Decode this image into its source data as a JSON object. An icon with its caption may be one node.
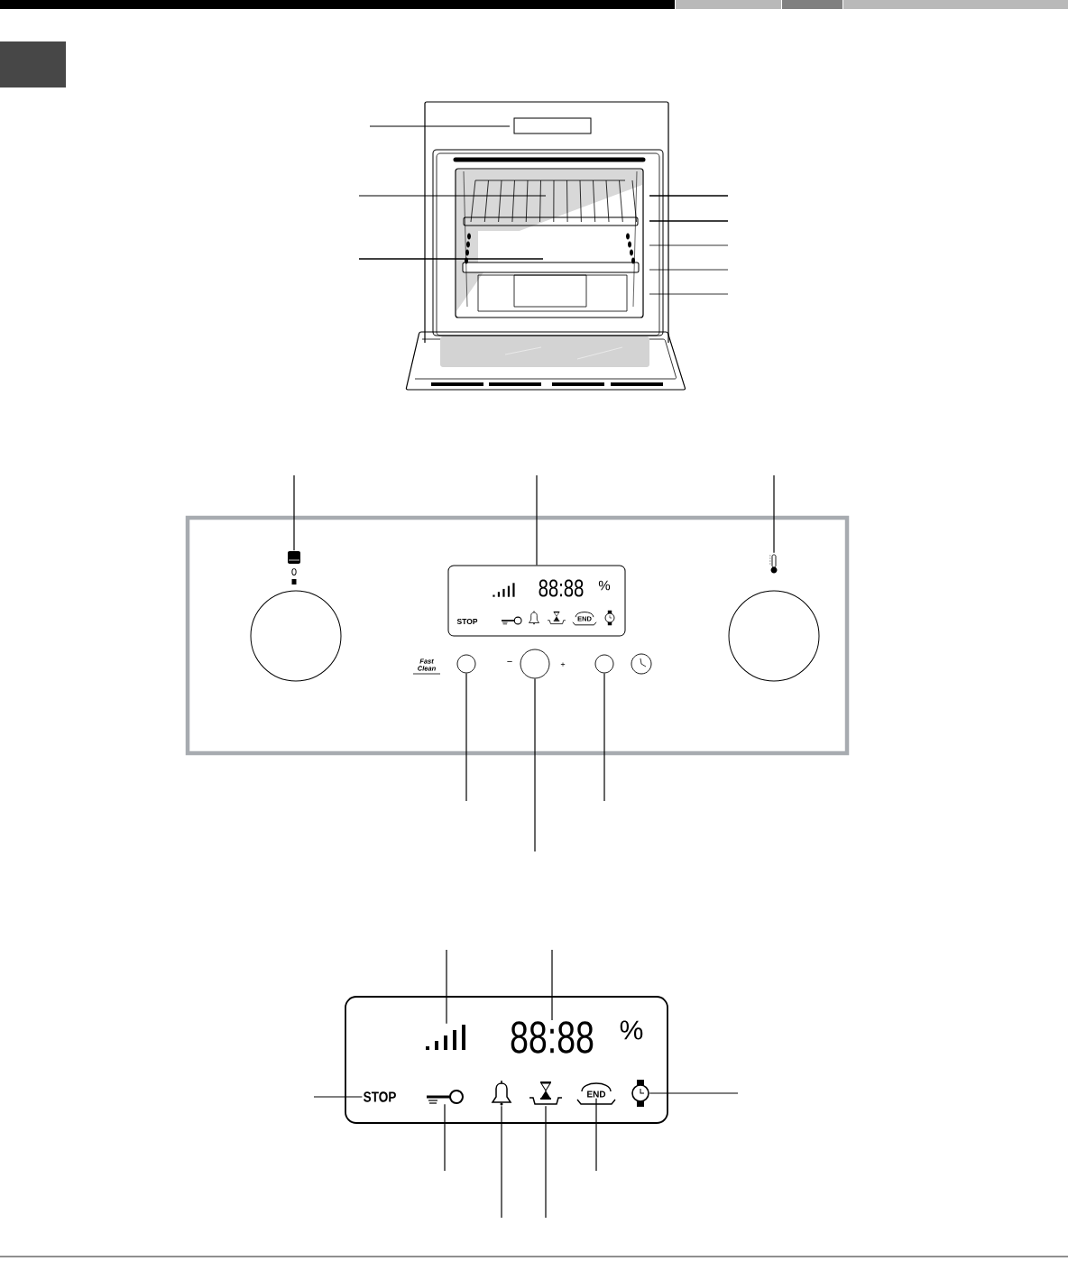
{
  "diagram": {
    "nodes": [
      {
        "text": [],
        "shape": "box"
      },
      {
        "text": [],
        "shape": "oven",
        "in": 0
      },
      {
        "text": [],
        "shape": "circle",
        "in": 0
      },
      {
        "text": [],
        "shape": "box",
        "in": 0
      },
      {
        "text": [],
        "shape": "thermometer",
        "in": 0
      },
      {
        "text": [],
        "shape": "circle",
        "in": 0
      },
      {
        "text": [],
        "shape": "circle",
        "in": 0
      },
      {
        "text": [],
        "shape": "circle",
        "in": 0
      },
      {
        "text": [],
        "shape": "circle",
        "in": 0
      },
      {
        "text": [],
        "shape": "box"
      },
      {
        "text": [],
        "shape": "bar",
        "in": 9
      },
      {
        "text": [
          "88:88"
        ],
        "in": 9
      },
      {
        "text": [
          "STOP"
        ],
        "in": 9
      },
      {
        "text": [],
        "shape": "key",
        "in": 9
      },
      {
        "text": [],
        "shape": "bell",
        "in": 9
      },
      {
        "text": [],
        "shape": "hourglass",
        "in": 9
      },
      {
        "text": [
          "END"
        ],
        "in": 9
      },
      {
        "text": [],
        "shape": "watch",
        "in": 9
      }
    ],
    "edges": [
      {
        "from": null,
        "to": 1,
        "arrow": "none"
      },
      {
        "from": null,
        "to": 3,
        "arrow": "none"
      },
      {
        "from": null,
        "to": 4,
        "arrow": "none"
      },
      {
        "from": null,
        "to": 6,
        "arrow": "none"
      },
      {
        "from": null,
        "to": 7,
        "arrow": "none"
      },
      {
        "from": null,
        "to": 8,
        "arrow": "none"
      },
      {
        "from": null,
        "to": 10,
        "arrow": "none"
      },
      {
        "from": null,
        "to": 11,
        "arrow": "none"
      },
      {
        "from": null,
        "to": 12,
        "arrow": "none"
      },
      {
        "from": null,
        "to": 13,
        "arrow": "none"
      },
      {
        "from": null,
        "to": 14,
        "arrow": "none"
      },
      {
        "from": null,
        "to": 15,
        "arrow": "none"
      },
      {
        "from": null,
        "to": 16,
        "arrow": "none"
      },
      {
        "from": null,
        "to": 17,
        "arrow": "none"
      }
    ],
    "labels": [
      "0",
      "88:88",
      "%",
      "STOP",
      "END",
      "Fast Clean",
      "−",
      "+",
      "%"
    ]
  }
}
